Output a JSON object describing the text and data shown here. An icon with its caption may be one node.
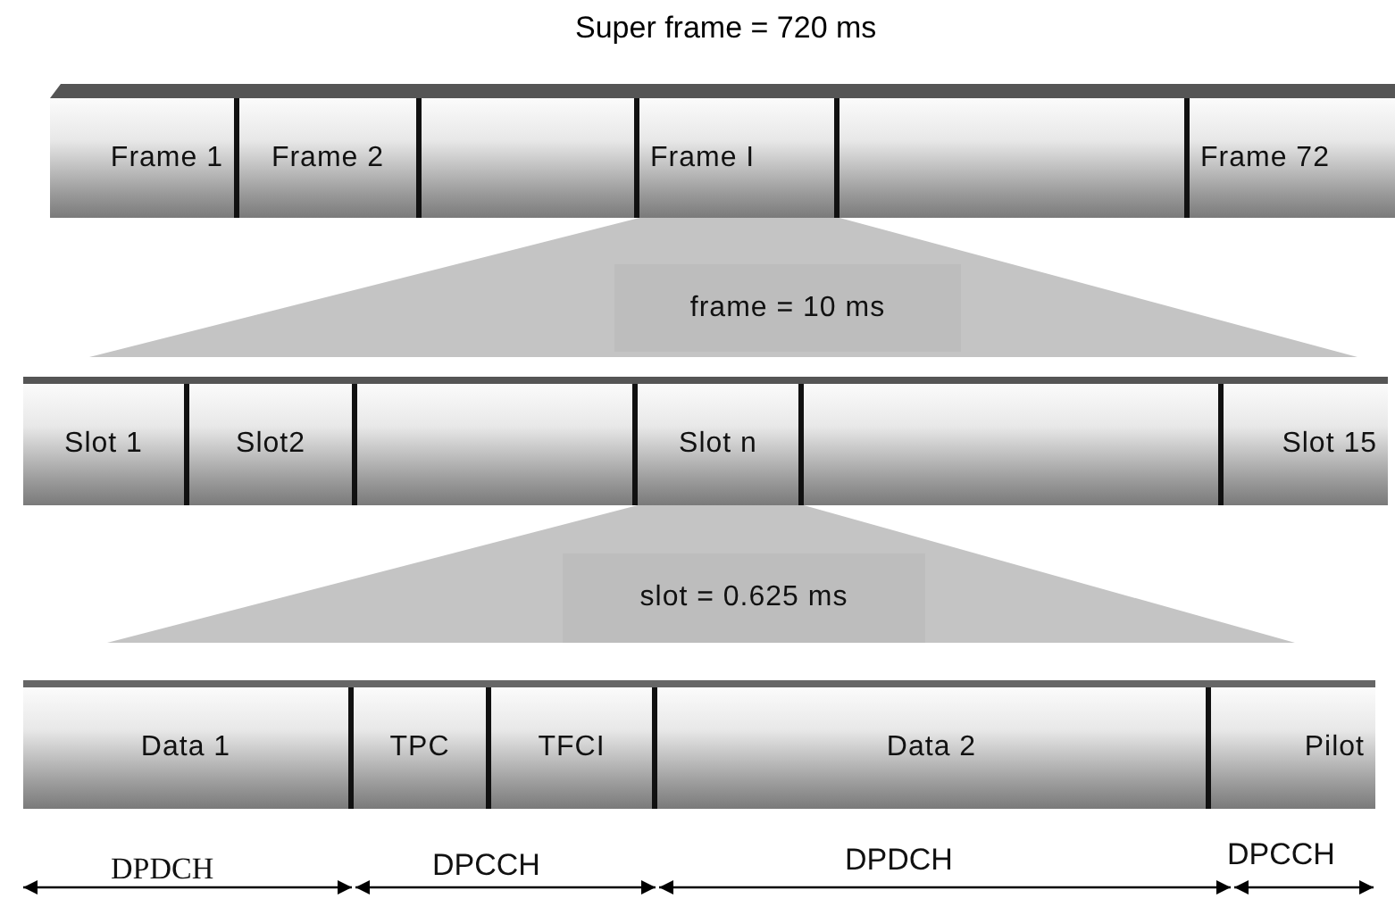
{
  "diagram": {
    "title": "Super frame = 720 ms",
    "nodes": [
      {
        "text": [
          "Frame 1"
        ]
      },
      {
        "text": [
          "Frame 2"
        ]
      },
      {
        "text": [],
        "shape": "box"
      },
      {
        "text": [
          "Frame I"
        ]
      },
      {
        "text": [],
        "shape": "box"
      },
      {
        "text": [
          "Frame 72"
        ]
      },
      {
        "text": [
          "frame = 10 ms"
        ]
      },
      {
        "text": [
          "Slot 1"
        ]
      },
      {
        "text": [
          "Slot2"
        ]
      },
      {
        "text": [],
        "shape": "box"
      },
      {
        "text": [
          "Slot n"
        ]
      },
      {
        "text": [],
        "shape": "box"
      },
      {
        "text": [
          "Slot 15"
        ]
      },
      {
        "text": [
          "slot = 0.625 ms"
        ]
      },
      {
        "text": [
          "Data 1"
        ]
      },
      {
        "text": [
          "TPC"
        ]
      },
      {
        "text": [
          "TFCI"
        ]
      },
      {
        "text": [
          "Data 2"
        ]
      },
      {
        "text": [
          "Pilot"
        ]
      }
    ],
    "labels": [
      "DPDCH",
      "DPCCH",
      "DPDCH",
      "DPCCH"
    ]
  }
}
